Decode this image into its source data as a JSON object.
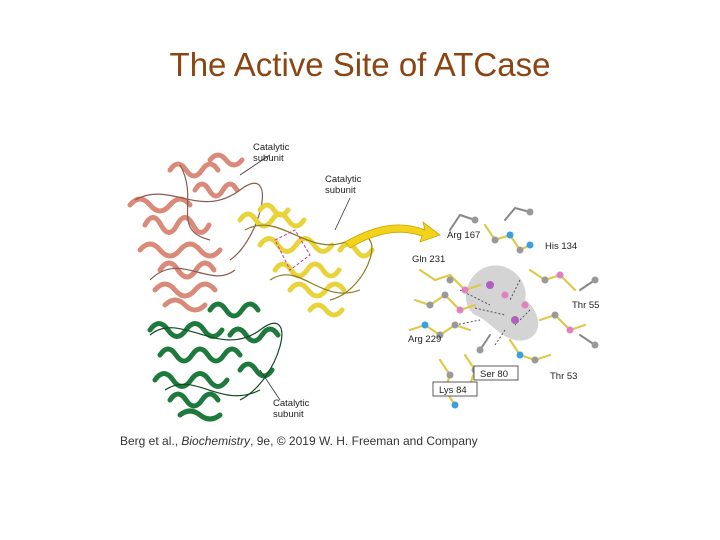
{
  "slide": {
    "title": "The Active Site of ATCase"
  },
  "figure": {
    "subunit_labels": [
      {
        "line1": "Catalytic",
        "line2": "subunit"
      },
      {
        "line1": "Catalytic",
        "line2": "subunit"
      },
      {
        "line1": "Catalytic",
        "line2": "subunit"
      }
    ],
    "residues": [
      "Arg 167",
      "His 134",
      "Gln 231",
      "Thr 55",
      "Arg 229",
      "Ser 80",
      "Thr 53",
      "Lys 84"
    ],
    "colors": {
      "subunit_salmon": "#d98a78",
      "subunit_yellow": "#e8d43a",
      "subunit_green": "#1e7a3c",
      "arrow": "#f2d21b"
    }
  },
  "credit": {
    "authors": "Berg et al.,",
    "book": "Biochemistry",
    "edition": ", 9e, © 2019 W. H. Freeman and Company"
  }
}
